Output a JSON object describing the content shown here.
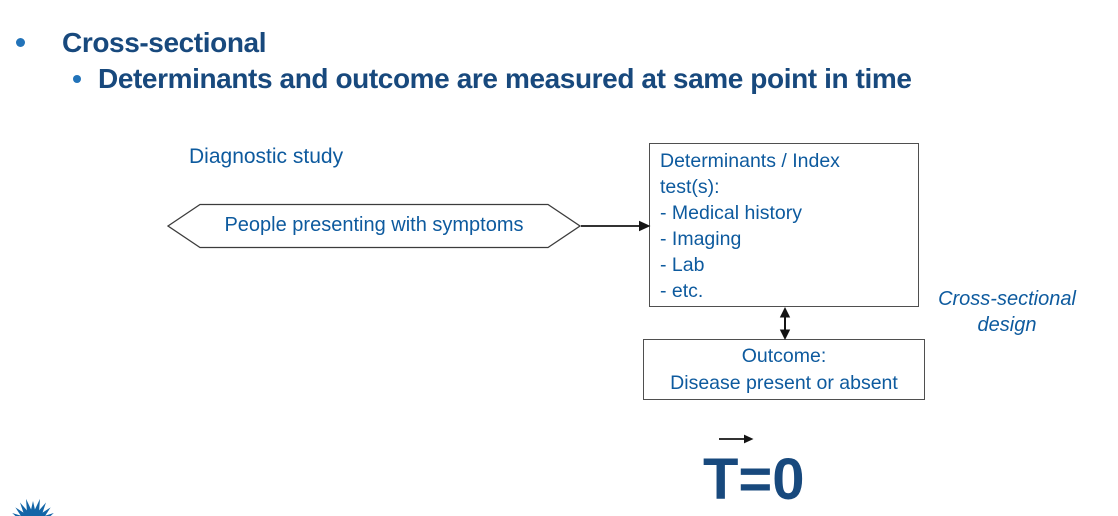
{
  "colors": {
    "heading": "#18497D",
    "diagram_text": "#0D5A9E",
    "bullet": "#2273B9",
    "border": "#4f4f4f",
    "arrow": "#141414",
    "logo": "#1365A7"
  },
  "bullets": {
    "level1": "Cross-sectional",
    "level2": "Determinants and outcome are measured at same point in time"
  },
  "diagram": {
    "title": "Diagnostic study",
    "population_shape": {
      "text": "People presenting with symptoms"
    },
    "determinants_box": {
      "lines": [
        "Determinants / Index",
        "test(s):",
        "- Medical history",
        "- Imaging",
        "- Lab",
        "- etc."
      ]
    },
    "outcome_box": {
      "lines": [
        "Outcome:",
        "Disease present or absent"
      ]
    },
    "design_label": "Cross-sectional design",
    "timeline_label": "T=0"
  },
  "logo": {
    "name": "sunburst-logo"
  }
}
